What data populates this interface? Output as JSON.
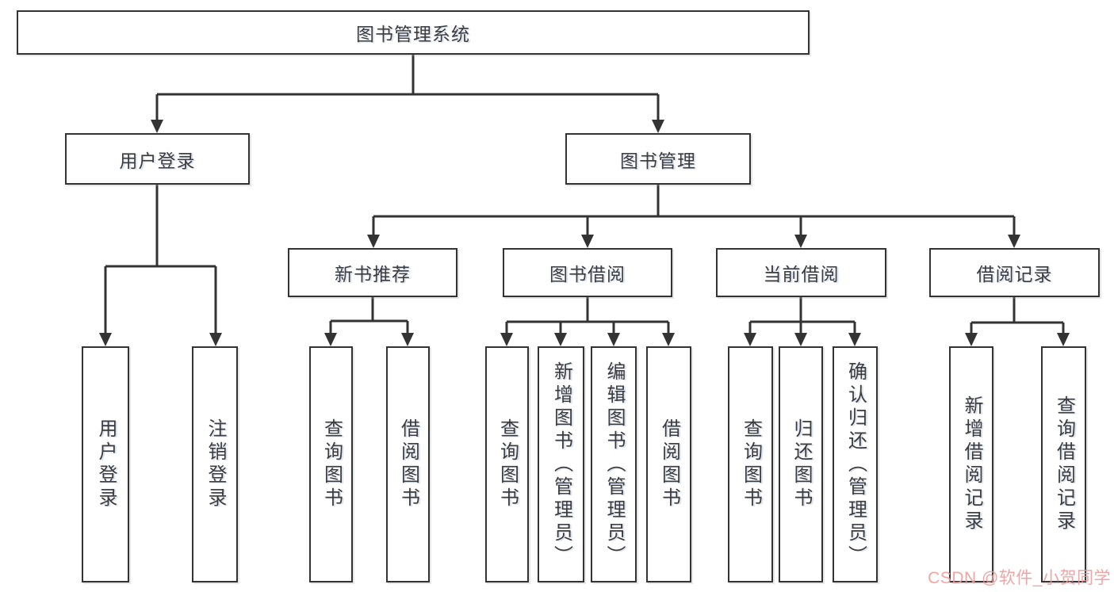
{
  "diagram": {
    "root": "图书管理系统",
    "level2": {
      "user": "用户登录",
      "book": "图书管理"
    },
    "level3": [
      "新书推荐",
      "图书借阅",
      "当前借阅",
      "借阅记录"
    ],
    "leaves": {
      "user": [
        "用户登录",
        "注销登录"
      ],
      "recommend": [
        "查询图书",
        "借阅图书"
      ],
      "borrow": [
        "查询图书",
        "新增图书（管理员）",
        "编辑图书（管理员）",
        "借阅图书"
      ],
      "current": [
        "查询图书",
        "归还图书",
        "确认归还（管理员）"
      ],
      "records": [
        "新增借阅记录",
        "查询借阅记录"
      ]
    }
  },
  "watermark": "CSDN @软件_小贺同学",
  "colors": {
    "line": "#333333",
    "text": "#3c3c3c",
    "watermark": "#ee9999",
    "background": "#ffffff"
  }
}
